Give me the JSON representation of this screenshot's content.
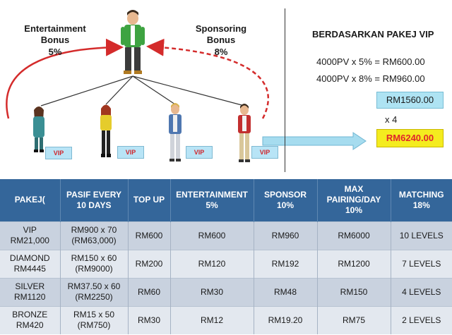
{
  "diagram": {
    "entertainment": {
      "title": "Entertainment\nBonus",
      "pct": "5%"
    },
    "sponsoring": {
      "title": "Sponsoring\nBonus",
      "pct": "8%"
    },
    "vip_label": "VIP",
    "colors": {
      "red_arrow": "#d42b2b",
      "blue_arrow": "#8fd0ea"
    }
  },
  "calc": {
    "title": "BERDASARKAN PAKEJ VIP",
    "line1": "4000PV x 5% = RM600.00",
    "line2": "4000PV x 8% = RM960.00",
    "subtotal": "RM1560.00",
    "multiplier": "x 4",
    "total": "RM6240.00"
  },
  "table": {
    "headers": {
      "pakej": "PAKEJ(",
      "pasif": "PASIF EVERY\n10 DAYS",
      "topup": "TOP UP",
      "entertainment": "ENTERTAINMENT\n5%",
      "sponsor": "SPONSOR\n10%",
      "pairing": "MAX\nPAIRING/DAY\n10%",
      "matching": "MATCHING\n18%"
    },
    "rows": [
      {
        "pakej": "VIP\nRM21,000",
        "pasif": "RM900 x 70\n(RM63,000)",
        "topup": "RM600",
        "entertainment": "RM600",
        "sponsor": "RM960",
        "pairing": "RM6000",
        "matching": "10 LEVELS"
      },
      {
        "pakej": "DIAMOND\nRM4445",
        "pasif": "RM150 x 60\n(RM9000)",
        "topup": "RM200",
        "entertainment": "RM120",
        "sponsor": "RM192",
        "pairing": "RM1200",
        "matching": "7 LEVELS"
      },
      {
        "pakej": "SILVER\nRM1120",
        "pasif": "RM37.50 x 60\n(RM2250)",
        "topup": "RM60",
        "entertainment": "RM30",
        "sponsor": "RM48",
        "pairing": "RM150",
        "matching": "4 LEVELS"
      },
      {
        "pakej": "BRONZE\nRM420",
        "pasif": "RM15 x 50\n(RM750)",
        "topup": "RM30",
        "entertainment": "RM12",
        "sponsor": "RM19.20",
        "pairing": "RM75",
        "matching": "2 LEVELS"
      }
    ],
    "colors": {
      "header_bg": "#34669a",
      "row_dark": "#c9d2df",
      "row_light": "#e3e8ef"
    }
  }
}
